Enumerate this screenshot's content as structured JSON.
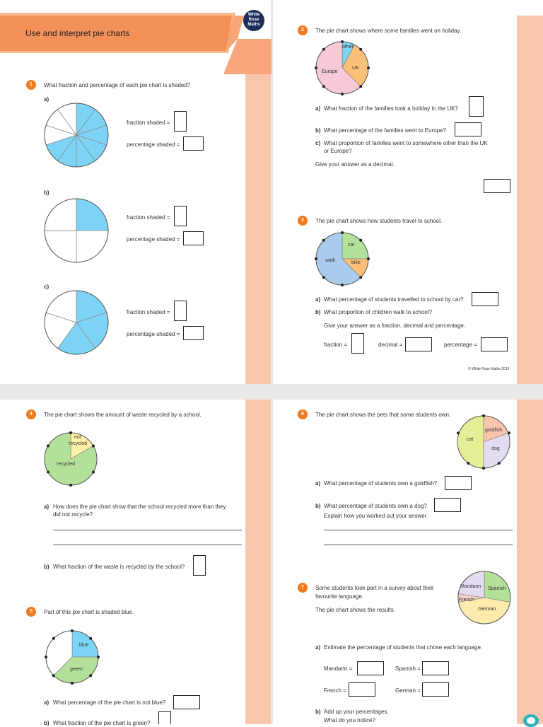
{
  "header": {
    "title": "Use and interpret pie charts",
    "logo_lines": [
      "White",
      "Rose",
      "Maths"
    ]
  },
  "copyright": "© White Rose Maths 2019",
  "colors": {
    "blue": "#7dd3f5",
    "orange": "#f07b1e",
    "pink": "#f7c9d6",
    "lightorange": "#fbbf7a",
    "green": "#b4e199",
    "yellow": "#fdf1a8",
    "purple": "#e3dcf1",
    "peach": "#f8c6aa"
  },
  "q1": {
    "num": "1",
    "text": "What fraction and percentage of each pie chart is shaded?",
    "parts": [
      {
        "label": "a)",
        "fraction": "fraction shaded =",
        "percentage": "percentage shaded =",
        "sectors": 10,
        "shaded": 7
      },
      {
        "label": "b)",
        "fraction": "fraction shaded =",
        "percentage": "percentage shaded =",
        "sectors": 4,
        "shaded": 1
      },
      {
        "label": "c)",
        "fraction": "fraction shaded =",
        "percentage": "percentage shaded =",
        "sectors": 5,
        "shaded": 3
      }
    ]
  },
  "q2": {
    "num": "2",
    "text": "The pie chart shows where some families went on holiday.",
    "chart_labels": {
      "other": "other",
      "uk": "UK",
      "europe": "Europe"
    },
    "a_label": "a)",
    "a": "What fraction of the families took a holiday in the UK?",
    "b_label": "b)",
    "b": "What percentage of the families went to Europe?",
    "c_label": "c)",
    "c1": "What proportion of families went to somewhere other than the UK",
    "c2": "or Europe?",
    "note": "Give your answer as a decimal."
  },
  "q3": {
    "num": "3",
    "text": "The pie chart shows how students travel to school.",
    "chart_labels": {
      "car": "car",
      "bike": "bike",
      "walk": "walk"
    },
    "a_label": "a)",
    "a": "What percentage of students travelled to school by car?",
    "b_label": "b)",
    "b": "What proportion of children walk to school?",
    "note": "Give your answer as a fraction, decimal and percentage.",
    "fraction": "fraction =",
    "decimal": "decimal =",
    "percentage": "percentage ="
  },
  "q4": {
    "num": "4",
    "text": "The pie chart shows the amount of waste recycled by a school.",
    "chart_labels": {
      "not1": "not",
      "not2": "recycled",
      "recycled": "recycled"
    },
    "a_label": "a)",
    "a1": "How does the pie chart show that the school recycled more than they",
    "a2": "did not recycle?",
    "b_label": "b)",
    "b": "What fraction of the waste is recycled by the school?"
  },
  "q5": {
    "num": "5",
    "text": "Part of this pie chart is shaded blue.",
    "chart_labels": {
      "blue": "blue",
      "green": "green"
    },
    "a_label": "a)",
    "a": "What percentage of the pie chart is not blue?",
    "b_label": "b)",
    "b": "What fraction of the pie chart is green?"
  },
  "q6": {
    "num": "6",
    "text": "The pie chart shows the pets that some students own.",
    "chart_labels": {
      "cat": "cat",
      "goldfish": "goldfish",
      "dog": "dog"
    },
    "a_label": "a)",
    "a": "What percentage of students own a goldfish?",
    "b_label": "b)",
    "b": "What percentage of students own a dog?",
    "explain": "Explain how you worked out your answer."
  },
  "q7": {
    "num": "7",
    "text1": "Some students took part in a survey about their",
    "text2": "favourite language.",
    "text3": "The pie chart shows the results.",
    "chart_labels": {
      "mandarin": "Mandarin",
      "spanish": "Spanish",
      "french": "French",
      "german": "German"
    },
    "a_label": "a)",
    "a": "Estimate the percentage of students that chose each language.",
    "mandarin": "Mandarin =",
    "spanish": "Spanish =",
    "french": "French =",
    "german": "German =",
    "b_label": "b)",
    "b1": "Add up your percentages.",
    "b2": "What do you notice?"
  }
}
